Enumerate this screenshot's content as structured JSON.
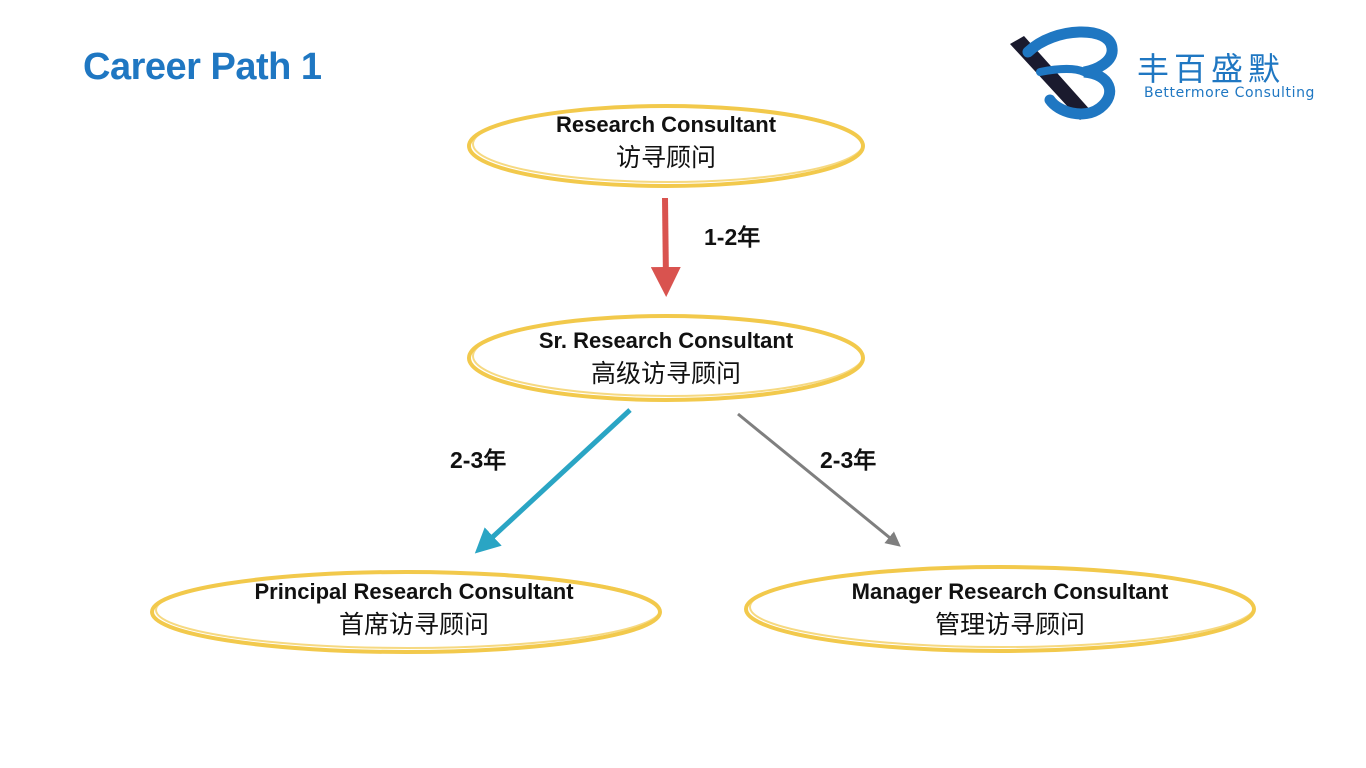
{
  "title": "Career Path 1",
  "logo": {
    "name_zh": "丰百盛默",
    "name_en": "Bettermore Consulting",
    "color": "#1f77c2"
  },
  "nodes": [
    {
      "id": "research-consultant",
      "label_en": "Research Consultant",
      "label_zh": "访寻顾问"
    },
    {
      "id": "sr-research-consultant",
      "label_en": "Sr. Research Consultant",
      "label_zh": "高级访寻顾问"
    },
    {
      "id": "principal-research-consultant",
      "label_en": "Principal Research Consultant",
      "label_zh": "首席访寻顾问"
    },
    {
      "id": "manager-research-consultant",
      "label_en": "Manager Research Consultant",
      "label_zh": "管理访寻顾问"
    }
  ],
  "edges": [
    {
      "from": "research-consultant",
      "to": "sr-research-consultant",
      "label": "1-2年",
      "color": "#d9534f"
    },
    {
      "from": "sr-research-consultant",
      "to": "principal-research-consultant",
      "label": "2-3年",
      "color": "#2aa5c4"
    },
    {
      "from": "sr-research-consultant",
      "to": "manager-research-consultant",
      "label": "2-3年",
      "color": "#7f7f7f"
    }
  ],
  "colors": {
    "title": "#1f77c2",
    "node_outline": "#f2c94c",
    "text": "#111111"
  }
}
